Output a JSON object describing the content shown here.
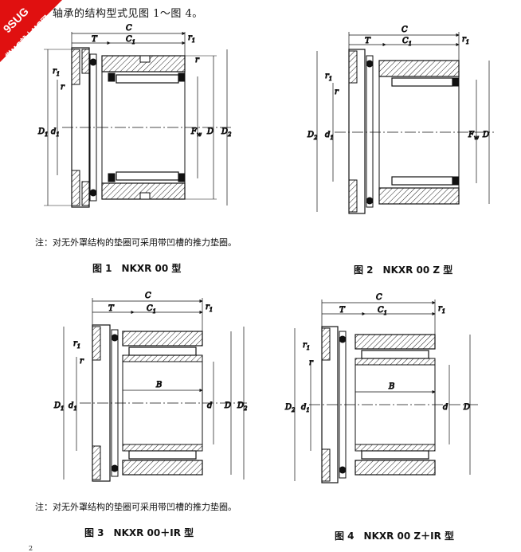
{
  "header": {
    "text": "轴承的结构型式见图 1～图 4。"
  },
  "watermark": {
    "line1": "9SUG",
    "line2": "学UG就上UG网",
    "color": "#e01010"
  },
  "figures": [
    {
      "caption": "图 1　NKXR 00 型",
      "note": "注：对无外罩结构的垫圈可采用带凹槽的推力垫圈。"
    },
    {
      "caption": "图 2　NKXR 00 Z 型"
    },
    {
      "caption": "图 3　NKXR 00＋IR 型",
      "note": "注：对无外罩结构的垫圈可采用带凹槽的推力垫圈。"
    },
    {
      "caption": "图 4　NKXR 00 Z＋IR 型"
    }
  ],
  "labels": {
    "C": "C",
    "T": "T",
    "C1": "C",
    "C1_sub": "1",
    "r1": "r",
    "r1_sub": "1",
    "r": "r",
    "D1": "D",
    "D1_sub": "1",
    "d1": "d",
    "d1_sub": "1",
    "Fw": "F",
    "Fw_sub": "w",
    "D": "D",
    "D2": "D",
    "D2_sub": "2",
    "B": "B",
    "d": "d"
  },
  "page_number": "2"
}
